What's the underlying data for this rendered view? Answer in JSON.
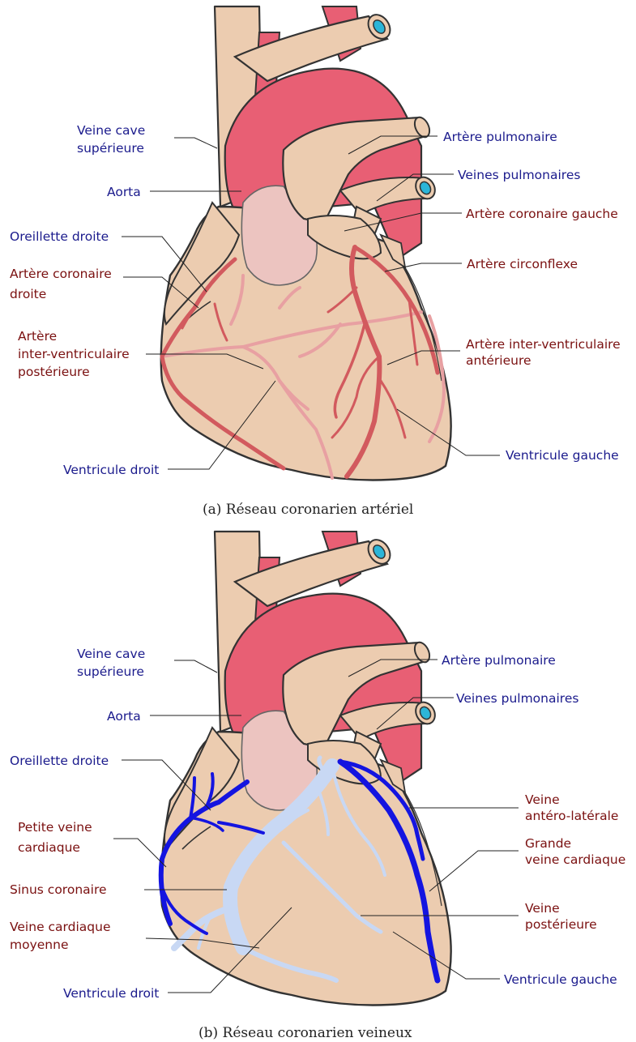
{
  "panel_a": {
    "caption": "(a) Réseau coronarien artériel",
    "labels": {
      "veine_cave_line1": "Veine cave",
      "veine_cave_line2": "supérieure",
      "aorta": "Aorta",
      "oreillette_droite": "Oreillette droite",
      "artere_coronaire_droite_line1": "Artère coronaire",
      "artere_coronaire_droite_line2": "droite",
      "artere_iv_post_line1": "Artère",
      "artere_iv_post_line2": "inter-ventriculaire",
      "artere_iv_post_line3": "postérieure",
      "ventricule_droit": "Ventricule droit",
      "artere_pulmonaire": "Artère pulmonaire",
      "veines_pulmonaires": "Veines pulmonaires",
      "artere_coronaire_gauche": "Artère coronaire gauche",
      "artere_circonflexe": "Artère circonflexe",
      "artere_iv_ant_line1": "Artère inter-ventriculaire",
      "artere_iv_ant_line2": "antérieure",
      "ventricule_gauche": "Ventricule gauche"
    }
  },
  "panel_b": {
    "caption": "(b) Réseau coronarien veineux",
    "labels": {
      "veine_cave_line1": "Veine cave",
      "veine_cave_line2": "supérieure",
      "aorta": "Aorta",
      "oreillette_droite": "Oreillette droite",
      "petite_veine_line1": "Petite veine",
      "petite_veine_line2": "cardiaque",
      "sinus_coronaire": "Sinus coronaire",
      "veine_moyenne_line1": "Veine cardiaque",
      "veine_moyenne_line2": "moyenne",
      "ventricule_droit": "Ventricule droit",
      "artere_pulmonaire": "Artère pulmonaire",
      "veines_pulmonaires": "Veines pulmonaires",
      "veine_antero_line1": "Veine",
      "veine_antero_line2": "antéro-latérale",
      "grande_veine_line1": "Grande",
      "grande_veine_line2": "veine cardiaque",
      "veine_post_line1": "Veine",
      "veine_post_line2": "postérieure",
      "ventricule_gauche": "Ventricule gauche"
    }
  },
  "colors": {
    "tissue": "#ecccb0",
    "aorta": "#e85f74",
    "atrium_pink": "#ecc4c0",
    "artery": "#d25a5e",
    "artery_light": "#e8a0a2",
    "vein": "#1414e0",
    "vein_light": "#c8d8f4",
    "lumen": "#2bb5d8",
    "label_blue": "#1a1a8c",
    "label_red": "#7a1010"
  }
}
